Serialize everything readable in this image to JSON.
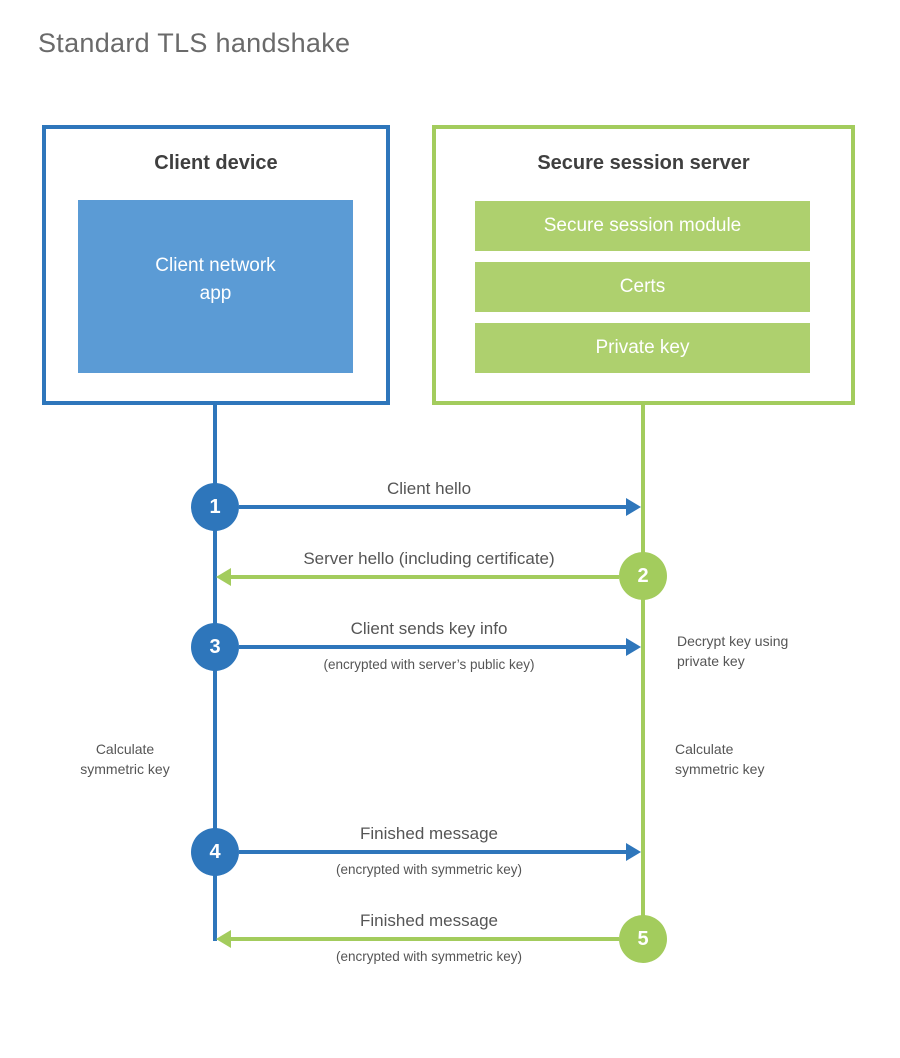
{
  "title": "Standard TLS handshake",
  "colors": {
    "blue": "#2e76bb",
    "blue_fill": "#5b9bd5",
    "green": "#a3cc5d",
    "green_fill": "#aed06e",
    "heading_text": "#3f3f3f",
    "label_text": "#555555",
    "title_text": "#6a6a6a"
  },
  "client": {
    "title": "Client device",
    "app_label": "Client network\napp"
  },
  "server": {
    "title": "Secure session server",
    "modules": [
      "Secure session module",
      "Certs",
      "Private key"
    ]
  },
  "steps": [
    {
      "number": "1",
      "from": "client",
      "direction": "right",
      "label": "Client hello",
      "sublabel": ""
    },
    {
      "number": "2",
      "from": "server",
      "direction": "left",
      "label": "Server hello (including certificate)",
      "sublabel": ""
    },
    {
      "number": "3",
      "from": "client",
      "direction": "right",
      "label": "Client sends key info",
      "sublabel": "(encrypted with server’s public key)"
    },
    {
      "number": "4",
      "from": "client",
      "direction": "right",
      "label": "Finished message",
      "sublabel": "(encrypted with symmetric key)"
    },
    {
      "number": "5",
      "from": "server",
      "direction": "left",
      "label": "Finished message",
      "sublabel": "(encrypted with symmetric key)"
    }
  ],
  "annotations": {
    "decrypt_key": "Decrypt key using\nprivate key",
    "calculate_left": "Calculate\nsymmetric key",
    "calculate_right": "Calculate\nsymmetric key"
  }
}
